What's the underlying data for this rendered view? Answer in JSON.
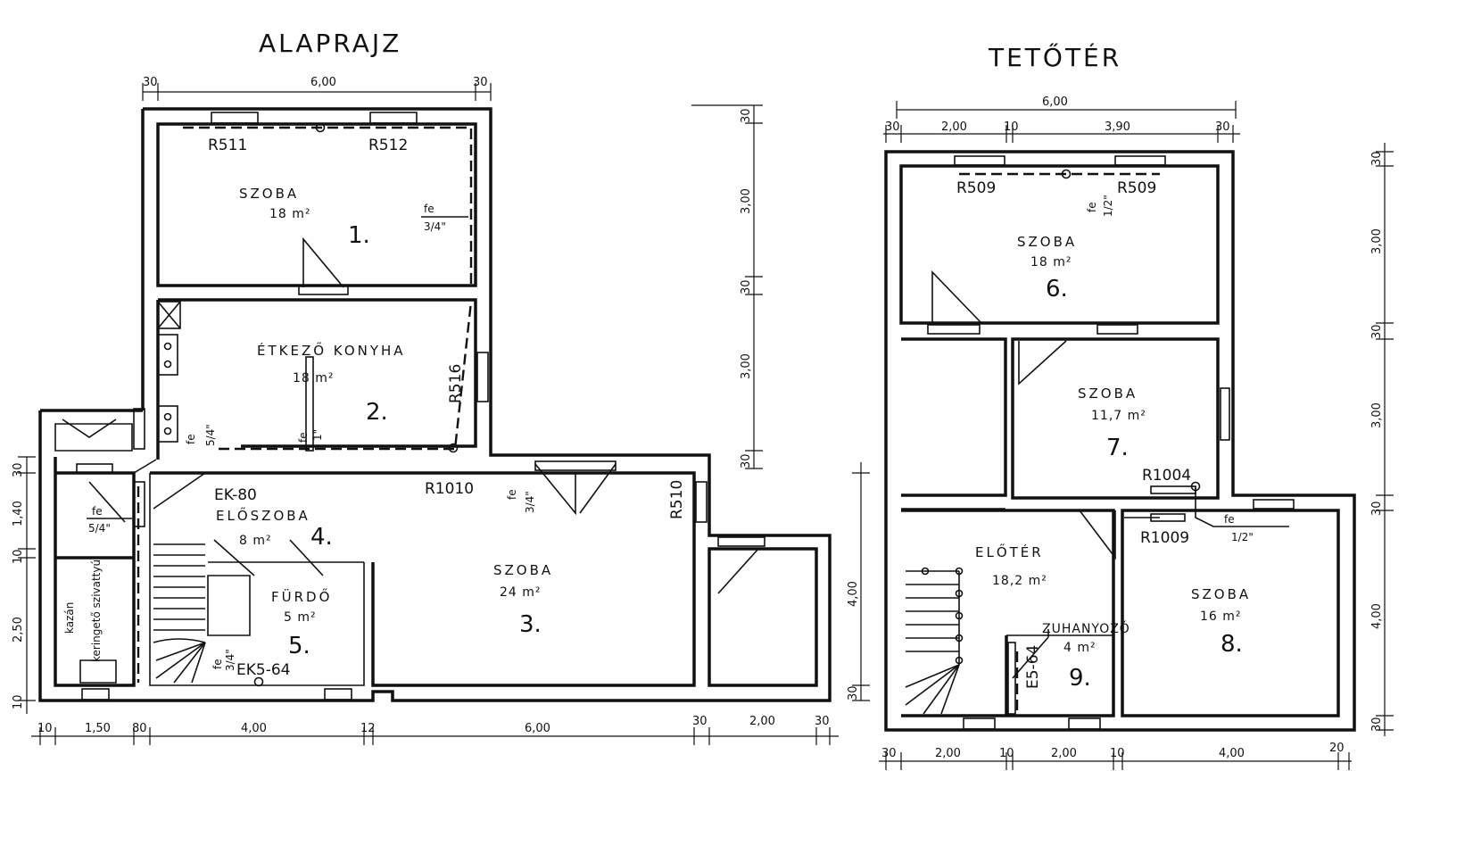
{
  "left": {
    "title": "ALAPRAJZ",
    "rooms": [
      {
        "name": "SZOBA",
        "area": "18 m²",
        "number": "1."
      },
      {
        "name": "ÉTKEZŐ KONYHA",
        "area": "18 m²",
        "number": "2."
      },
      {
        "name": "SZOBA",
        "area": "24 m²",
        "number": "3."
      },
      {
        "name": "ELŐSZOBA",
        "area": "8 m²",
        "number": "4."
      },
      {
        "name": "FÜRDŐ",
        "area": "5 m²",
        "number": "5."
      }
    ],
    "labels": {
      "r511": "R511",
      "r512": "R512",
      "r516": "R516",
      "r1010": "R1010",
      "r510": "R510",
      "ek80": "EK-80",
      "ek564": "EK5-64",
      "fe": "fe",
      "p34": "3/4\"",
      "p1": "1\"",
      "p54": "5/4\"",
      "p54b": "5/4\"",
      "kazan": "kazán",
      "szivattyu": "keringető szivattyú"
    },
    "dims": {
      "top": [
        "30",
        "6,00",
        "30"
      ],
      "bottom": [
        "10",
        "1,50",
        "80",
        "4,00",
        "12",
        "6,00",
        "30",
        "2,00",
        "30"
      ],
      "right": [
        "30",
        "3,00",
        "30",
        "3,00",
        "30"
      ],
      "left": [
        "30",
        "1,40",
        "10",
        "2,50",
        "10"
      ],
      "mid": [
        "4,00",
        "30"
      ]
    }
  },
  "right": {
    "title": "TETŐTÉR",
    "rooms": [
      {
        "name": "SZOBA",
        "area": "18 m²",
        "number": "6."
      },
      {
        "name": "SZOBA",
        "area": "11,7 m²",
        "number": "7."
      },
      {
        "name": "ELŐTÉR",
        "area": "18,2 m²",
        "number": ""
      },
      {
        "name": "SZOBA",
        "area": "16 m²",
        "number": "8."
      },
      {
        "name": "ZUHANYOZÓ",
        "area": "4 m²",
        "number": "9."
      }
    ],
    "labels": {
      "r509a": "R509",
      "r509b": "R509",
      "r1004": "R1004",
      "r1009": "R1009",
      "e564": "E5-64",
      "fe": "fe",
      "p12": "1/2\"",
      "p12b": "1/2\""
    },
    "dims": {
      "top_total": "6,00",
      "top": [
        "30",
        "2,00",
        "10",
        "3,90",
        "30"
      ],
      "bottom": [
        "30",
        "2,00",
        "10",
        "2,00",
        "10",
        "4,00",
        "20"
      ],
      "right": [
        "30",
        "3,00",
        "30",
        "3,00",
        "30",
        "4,00",
        "30"
      ]
    }
  }
}
